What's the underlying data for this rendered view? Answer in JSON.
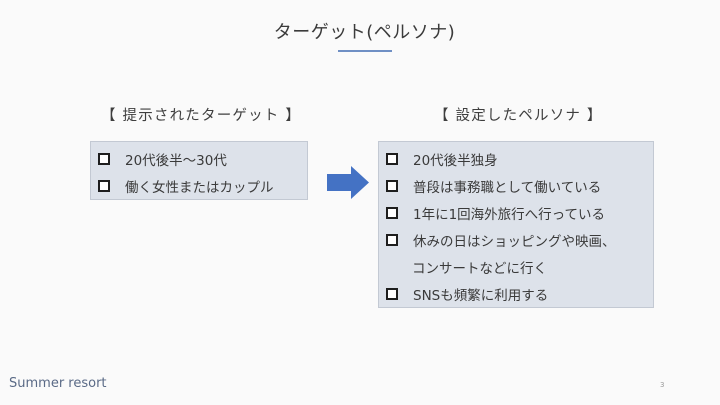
{
  "slide": {
    "title": "ターゲット(ペルソナ)",
    "accent_color": "#4472c4"
  },
  "left_panel": {
    "heading": "【 提示されたターゲット 】",
    "items": [
      {
        "text": "20代後半～30代"
      },
      {
        "text": "働く女性またはカップル"
      }
    ]
  },
  "arrow": {
    "icon": "right-arrow-icon",
    "color": "#4472c4"
  },
  "right_panel": {
    "heading": "【 設定したペルソナ 】",
    "items": [
      {
        "text": "20代後半独身"
      },
      {
        "text": "普段は事務職として働いている"
      },
      {
        "text": "1年に1回海外旅行へ行っている"
      },
      {
        "text": "休みの日はショッピングや映画、",
        "continuation": "コンサートなどに行く"
      },
      {
        "text": "SNSも頻繁に利用する"
      }
    ]
  },
  "footer": {
    "brand": "Summer resort",
    "page_number": "3"
  }
}
